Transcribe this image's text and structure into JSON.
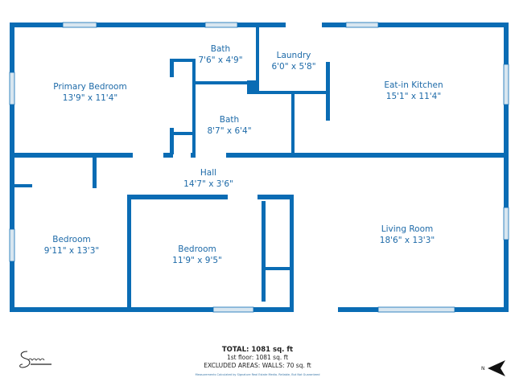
{
  "colors": {
    "wall": "#0a6cb4",
    "label": "#1d6aa8",
    "window": "#d8e6f0"
  },
  "rooms": [
    {
      "name": "Primary Bedroom",
      "size": "13'9\" x 11'4\""
    },
    {
      "name": "Bath",
      "size": "7'6\" x 4'9\""
    },
    {
      "name": "Laundry",
      "size": "6'0\" x 5'8\""
    },
    {
      "name": "Eat-in Kitchen",
      "size": "15'1\" x 11'4\""
    },
    {
      "name": "Bath",
      "size": "8'7\" x 6'4\""
    },
    {
      "name": "Hall",
      "size": "14'7\" x 3'6\""
    },
    {
      "name": "Bedroom",
      "size": "9'11\" x 13'3\""
    },
    {
      "name": "Bedroom",
      "size": "11'9\" x 9'5\""
    },
    {
      "name": "Living Room",
      "size": "18'6\" x 13'3\""
    }
  ],
  "summary": {
    "total": "TOTAL: 1081 sq. ft",
    "floor1": "1st floor: 1081 sq. ft",
    "excluded": "EXCLUDED AREAS: WALLS: 70 sq. ft",
    "disclaimer": "Measurements Calculated by Signature Real Estate Media. Reliable, But Not Guaranteed"
  },
  "logo": {
    "text": "Signature"
  },
  "compass": {
    "label": "N",
    "icon": "north-arrow-icon"
  }
}
